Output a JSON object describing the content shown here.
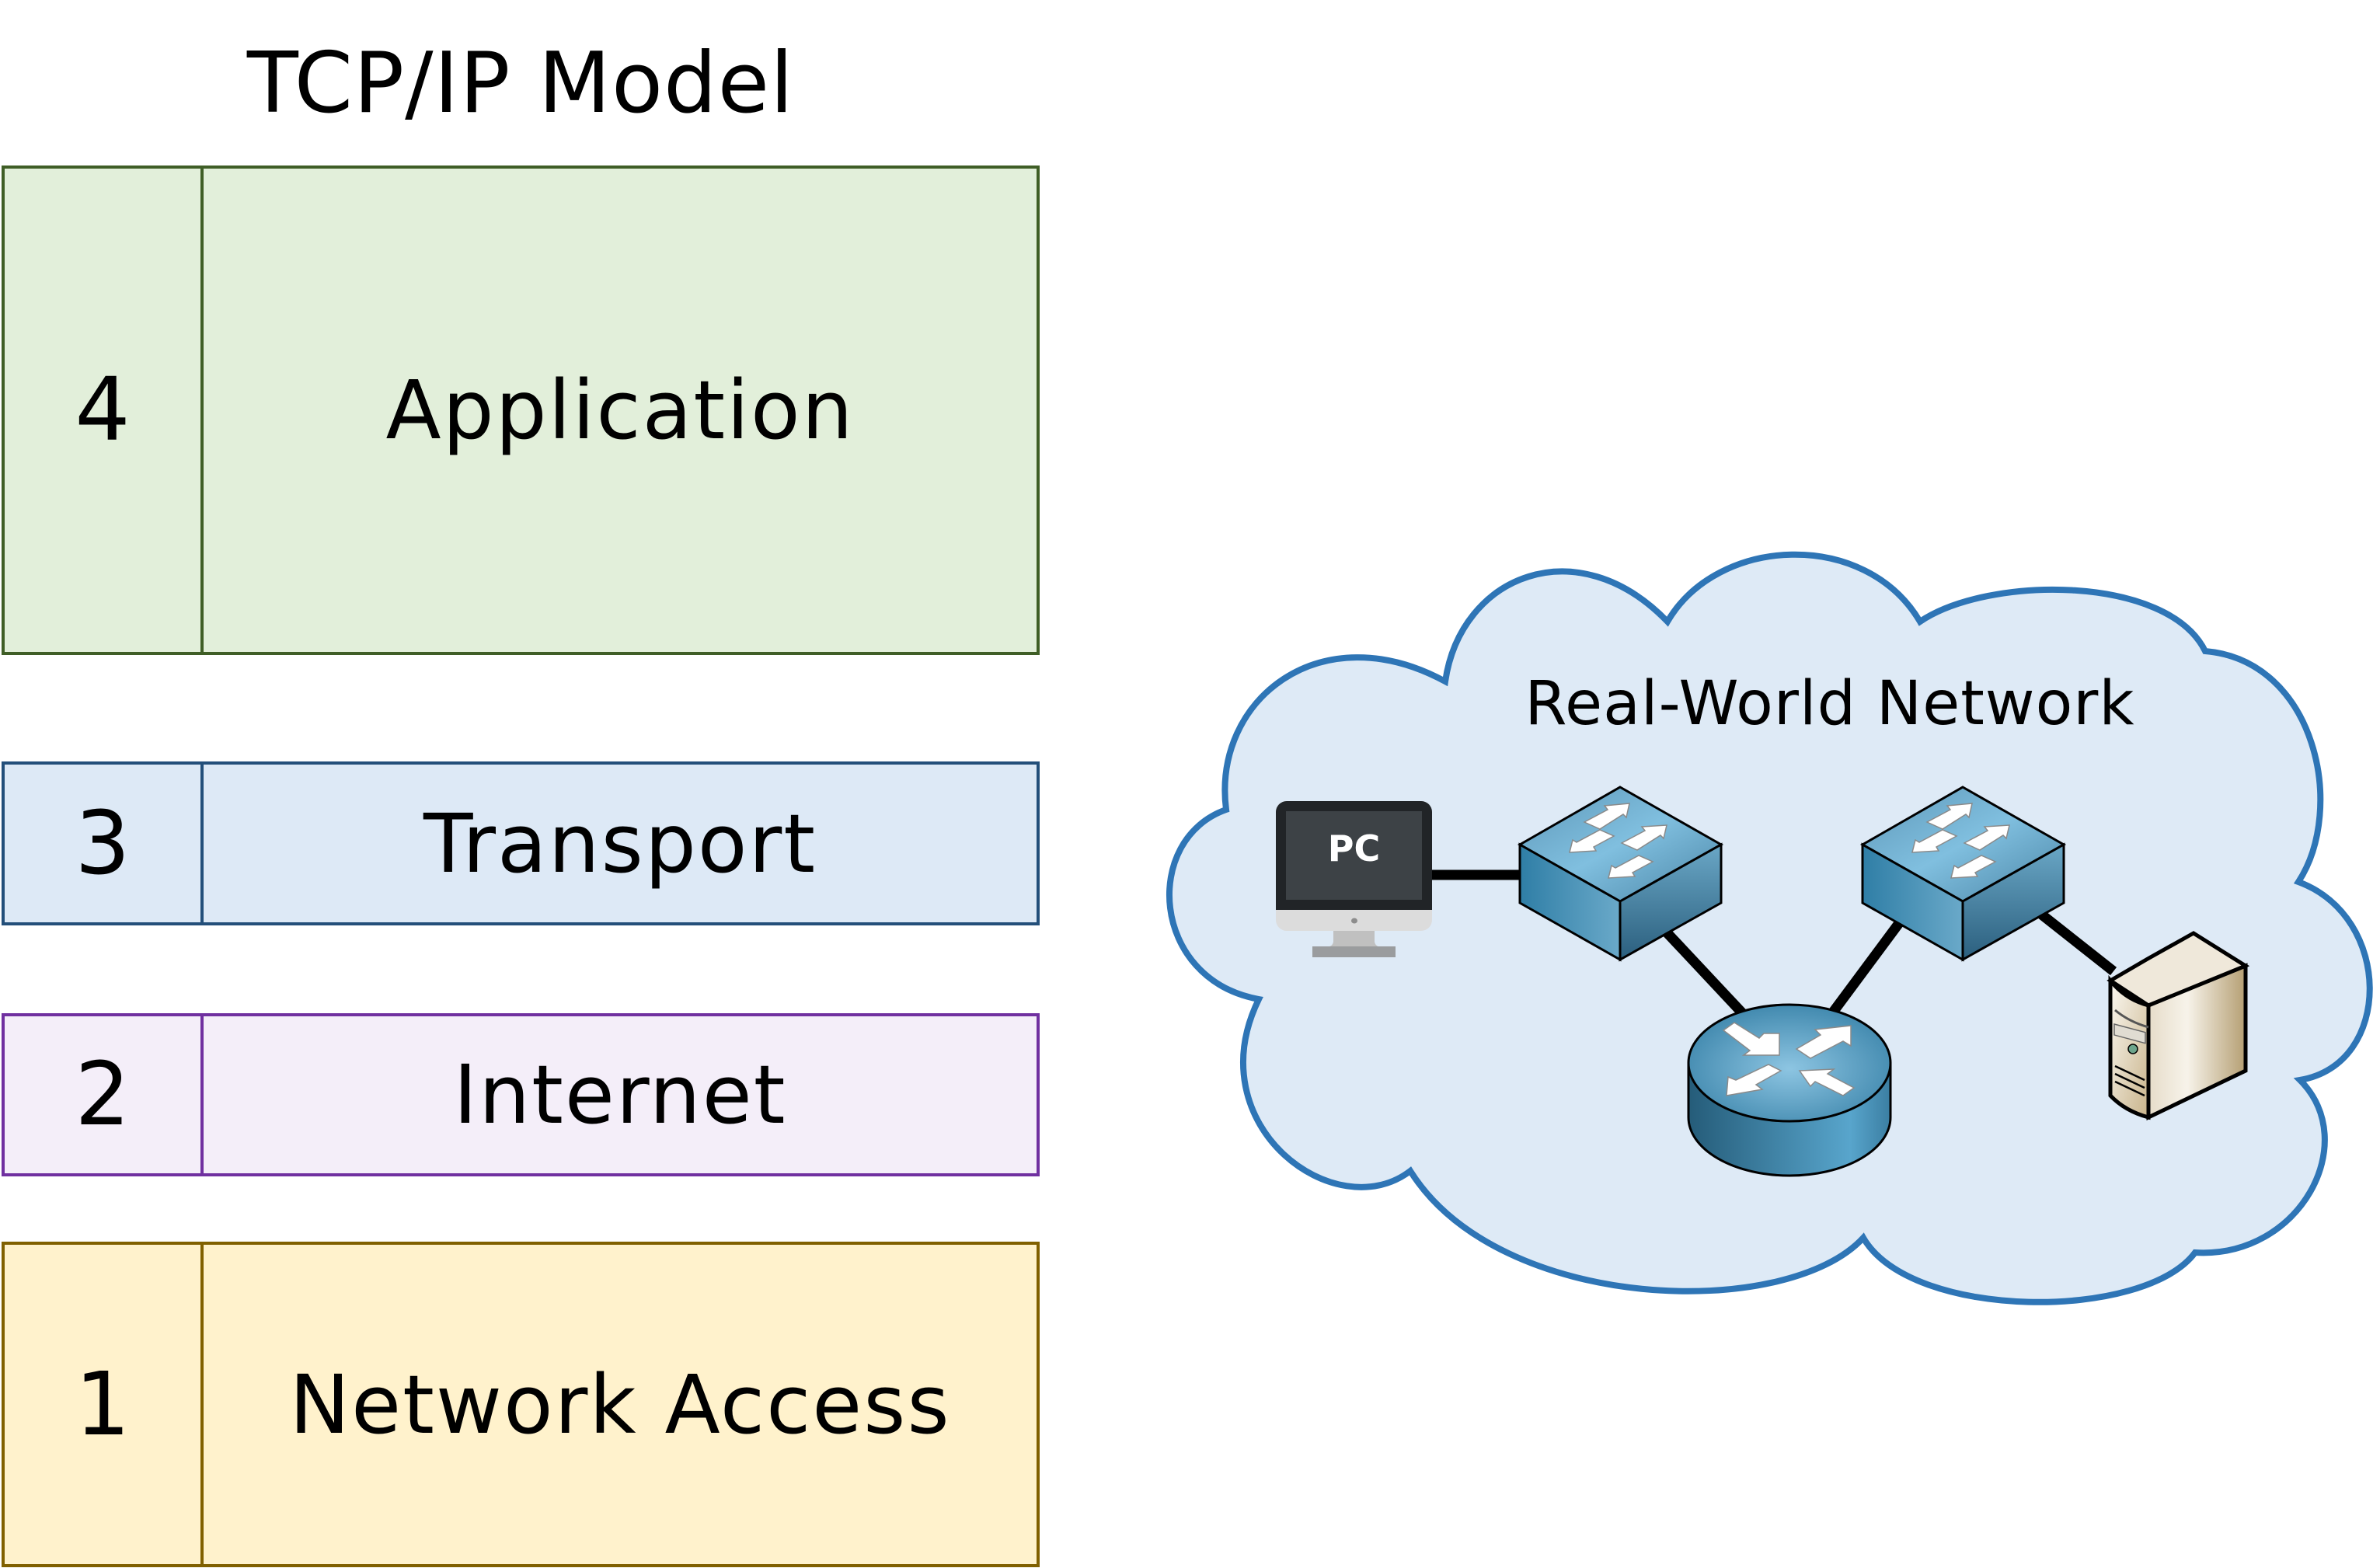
{
  "model": {
    "title": "TCP/IP Model",
    "layers": [
      {
        "number": "4",
        "name": "Application",
        "fill": "#e2efda",
        "border": "#3f5e26"
      },
      {
        "number": "3",
        "name": "Transport",
        "fill": "#dde9f6",
        "border": "#234f7a"
      },
      {
        "number": "2",
        "name": "Internet",
        "fill": "#f4eef9",
        "border": "#7030a0"
      },
      {
        "number": "1",
        "name": "Network Access",
        "fill": "#fff2cc",
        "border": "#806000"
      }
    ]
  },
  "network": {
    "title": "Real-World Network",
    "cloud_fill": "#deeaf6",
    "cloud_stroke": "#2e75b6",
    "devices": [
      {
        "id": "pc",
        "type": "pc-icon",
        "label": "PC"
      },
      {
        "id": "switch1",
        "type": "switch-icon"
      },
      {
        "id": "router",
        "type": "router-icon"
      },
      {
        "id": "switch2",
        "type": "switch-icon"
      },
      {
        "id": "server",
        "type": "server-icon"
      }
    ],
    "links": [
      [
        "pc",
        "switch1"
      ],
      [
        "switch1",
        "router"
      ],
      [
        "router",
        "switch2"
      ],
      [
        "switch2",
        "server"
      ]
    ]
  }
}
